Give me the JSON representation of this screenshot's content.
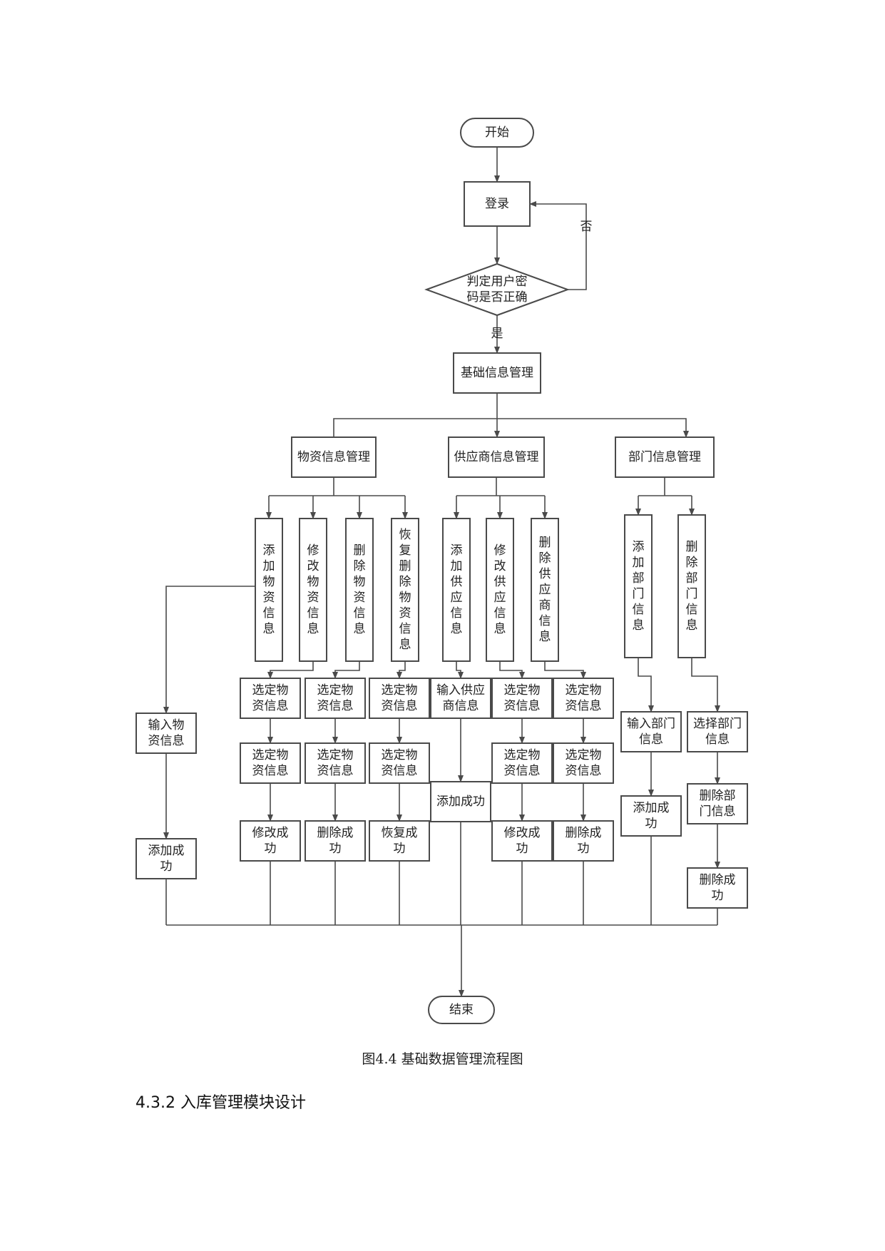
{
  "diagram": {
    "nodes": {
      "start": "开始",
      "login": "登录",
      "check": [
        "判定用户密",
        "码是否正确"
      ],
      "base": "基础信息管理",
      "mat": "物资信息管理",
      "sup": "供应商信息管理",
      "dep": "部门信息管理",
      "m_add": "添加物资信息",
      "m_mod": "修改物资信息",
      "m_del": "删除物资信息",
      "m_res": "恢复删除物资信息",
      "s_add": "添加供应信息",
      "s_mod": "修改供应信息",
      "s_del": "删除供应商信息",
      "d_add": "添加部门信息",
      "d_del": "删除部门信息",
      "m_input": [
        "输入物",
        "资信息"
      ],
      "m_add_ok": [
        "添加成",
        "功"
      ],
      "m_mod_sel1": [
        "选定物",
        "资信息"
      ],
      "m_mod_sel2": [
        "选定物",
        "资信息"
      ],
      "m_mod_ok": [
        "修改成",
        "功"
      ],
      "m_del_sel1": [
        "选定物",
        "资信息"
      ],
      "m_del_sel2": [
        "选定物",
        "资信息"
      ],
      "m_del_ok": [
        "删除成",
        "功"
      ],
      "m_res_sel1": [
        "选定物",
        "资信息"
      ],
      "m_res_sel2": [
        "选定物",
        "资信息"
      ],
      "m_res_ok": [
        "恢复成",
        "功"
      ],
      "s_input": [
        "输入供应",
        "商信息"
      ],
      "s_add_ok": "添加成功",
      "s_mod_sel1": [
        "选定物",
        "资信息"
      ],
      "s_mod_sel2": [
        "选定物",
        "资信息"
      ],
      "s_mod_ok": [
        "修改成",
        "功"
      ],
      "s_del_sel1": [
        "选定物",
        "资信息"
      ],
      "s_del_sel2": [
        "选定物",
        "资信息"
      ],
      "s_del_ok": [
        "删除成",
        "功"
      ],
      "d_input": [
        "输入部门",
        "信息"
      ],
      "d_add_ok": [
        "添加成",
        "功"
      ],
      "d_sel": [
        "选择部门",
        "信息"
      ],
      "d_del2": [
        "删除部",
        "门信息"
      ],
      "d_del_ok": [
        "删除成",
        "功"
      ],
      "end": "结束"
    },
    "labels": {
      "no": "否",
      "yes": "是"
    }
  },
  "caption": "图4.4 基础数据管理流程图",
  "section_heading": "4.3.2 入库管理模块设计"
}
